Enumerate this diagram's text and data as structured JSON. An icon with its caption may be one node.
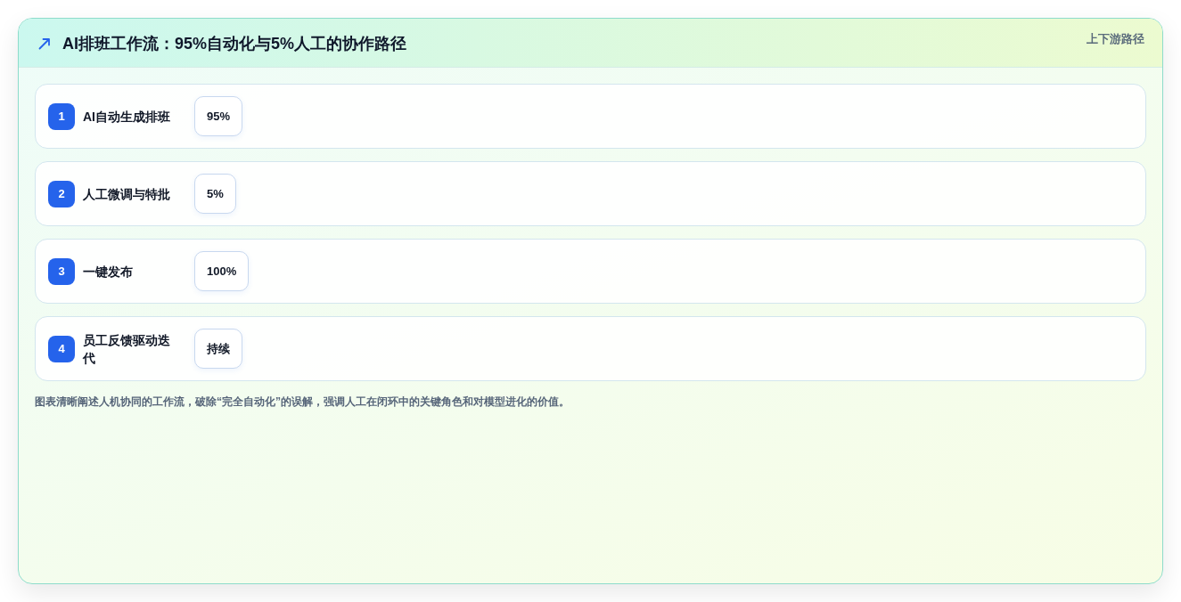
{
  "diagram": {
    "title": "AI排班工作流：95%自动化与5%人工的协作路径",
    "nodes": [
      {
        "text": [
          "AI自动生成排班"
        ]
      },
      {
        "text": [
          "1"
        ],
        "in": 0
      },
      {
        "text": [
          "95%"
        ],
        "in": 0
      },
      {
        "text": [
          "人工微调与特批"
        ]
      },
      {
        "text": [
          "2"
        ],
        "in": 3
      },
      {
        "text": [
          "5%"
        ],
        "in": 3
      },
      {
        "text": [
          "一键发布"
        ]
      },
      {
        "text": [
          "3"
        ],
        "in": 6
      },
      {
        "text": [
          "100%"
        ],
        "in": 6
      },
      {
        "text": [
          "员工反馈驱动迭代"
        ]
      },
      {
        "text": [
          "4"
        ],
        "in": 9
      },
      {
        "text": [
          "持续"
        ],
        "in": 9
      }
    ],
    "labels": [
      "上下游路径"
    ],
    "caption": "图表清晰阐述人机协同的工作流，破除“完全自动化”的误解，强调人工在闭环中的关键角色和对模型进化的价值。"
  }
}
